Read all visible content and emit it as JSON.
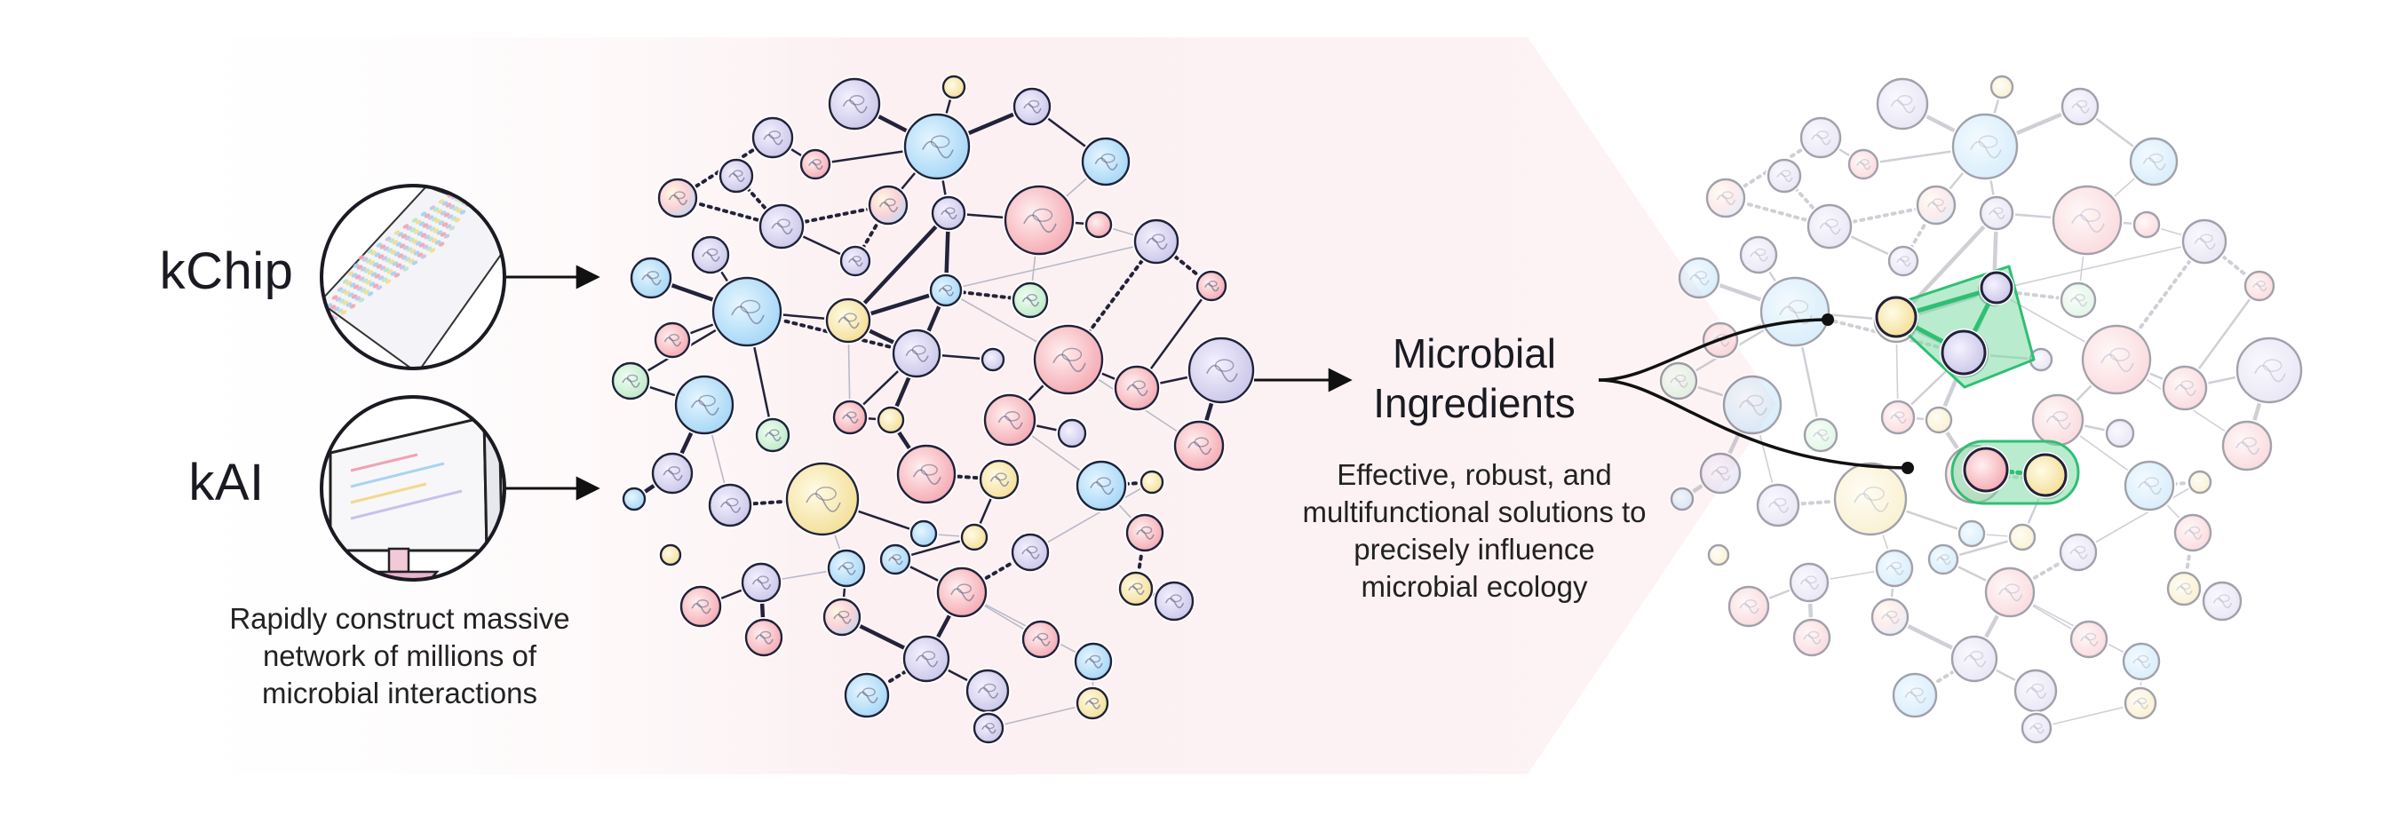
{
  "labels": {
    "kchip": "kChip",
    "kai": "kAI",
    "left_caption": [
      "Rapidly construct massive",
      "network of millions of",
      "microbial interactions"
    ],
    "center_title": [
      "Microbial",
      "Ingredients"
    ],
    "center_caption": [
      "Effective, robust, and",
      "multifunctional solutions to",
      "precisely influence",
      "microbial ecology"
    ]
  },
  "colors": {
    "edge_dark": "#22223a",
    "edge_faded": "#c9c9d2",
    "highlight_green": "#2fbf74",
    "highlight_fill": "#7fdba6",
    "band_pink": "#fbeef0"
  },
  "icons": [
    "kchip-array-icon",
    "kai-monitor-icon",
    "microbe-node-icon"
  ]
}
